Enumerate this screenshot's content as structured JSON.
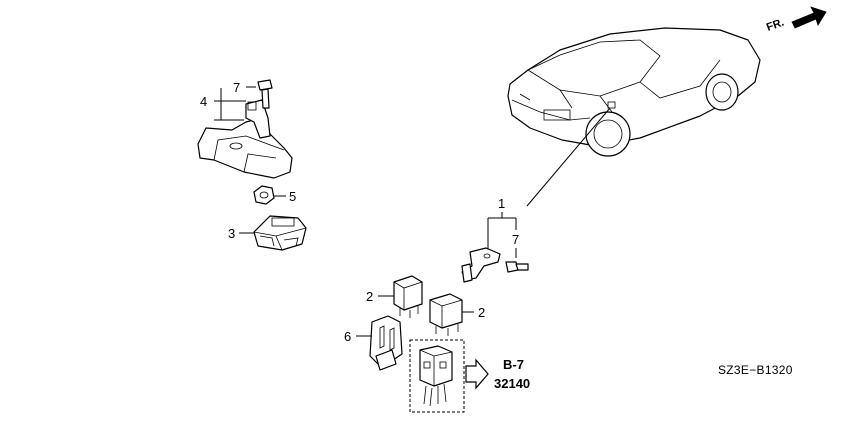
{
  "direction_label": "FR.",
  "diagram_code": "SZ3E−B1320",
  "reference": {
    "section": "B-7",
    "part_number": "32140"
  },
  "callouts": {
    "c1": "1",
    "c2a": "2",
    "c2b": "2",
    "c3": "3",
    "c4": "4",
    "c5": "5",
    "c6": "6",
    "c7a": "7",
    "c7b": "7"
  }
}
